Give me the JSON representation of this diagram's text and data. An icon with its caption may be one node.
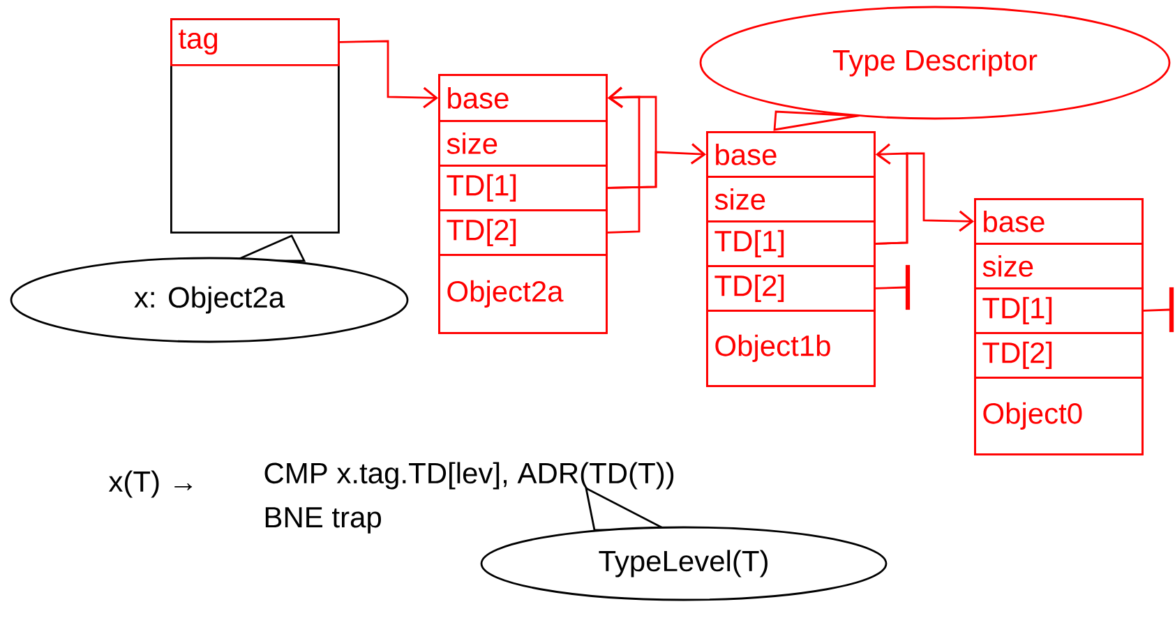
{
  "diagram": {
    "nodes": [
      {
        "text": [],
        "shape": "box"
      },
      {
        "text": [
          "tag"
        ],
        "in": 0
      },
      {
        "text": [],
        "shape": "box"
      },
      {
        "text": [
          "base"
        ],
        "in": 2
      },
      {
        "text": [
          "size"
        ],
        "in": 2
      },
      {
        "text": [
          "TD[1]"
        ],
        "in": 2
      },
      {
        "text": [
          "TD[2]"
        ],
        "in": 2
      },
      {
        "text": [
          "Object2a"
        ],
        "in": 2
      },
      {
        "text": [],
        "shape": "box"
      },
      {
        "text": [
          "base"
        ],
        "in": 8
      },
      {
        "text": [
          "size"
        ],
        "in": 8
      },
      {
        "text": [
          "TD[1]"
        ],
        "in": 8
      },
      {
        "text": [
          "TD[2]"
        ],
        "in": 8
      },
      {
        "text": [
          "Object1b"
        ],
        "in": 8
      },
      {
        "text": [],
        "shape": "box"
      },
      {
        "text": [
          "base"
        ],
        "in": 14
      },
      {
        "text": [
          "size"
        ],
        "in": 14
      },
      {
        "text": [
          "TD[1]"
        ],
        "in": 14
      },
      {
        "text": [
          "TD[2]"
        ],
        "in": 14
      },
      {
        "text": [
          "Object0"
        ],
        "in": 14
      },
      {
        "text": [
          "x: Object2a"
        ]
      },
      {
        "text": [
          "Type Descriptor"
        ]
      },
      {
        "text": [
          "TypeLevel(T)"
        ]
      },
      {
        "text": [],
        "shape": "bar"
      },
      {
        "text": [],
        "shape": "bar"
      }
    ],
    "edges": [
      {
        "from": 1,
        "to": 3,
        "arrow": "to"
      },
      {
        "from": 5,
        "to": 3,
        "arrow": "to"
      },
      {
        "from": 5,
        "to": 9,
        "arrow": "to"
      },
      {
        "from": 6,
        "to": 3,
        "arrow": "to"
      },
      {
        "from": 11,
        "to": 9,
        "arrow": "to"
      },
      {
        "from": 11,
        "to": 15,
        "arrow": "to"
      },
      {
        "from": 12,
        "to": 23,
        "arrow": "none"
      },
      {
        "from": 17,
        "to": 24,
        "arrow": "none"
      }
    ],
    "labels": [
      "x(T) →",
      "CMP x.tag.TD[lev], ADR(TD(T))",
      "BNE trap"
    ]
  }
}
